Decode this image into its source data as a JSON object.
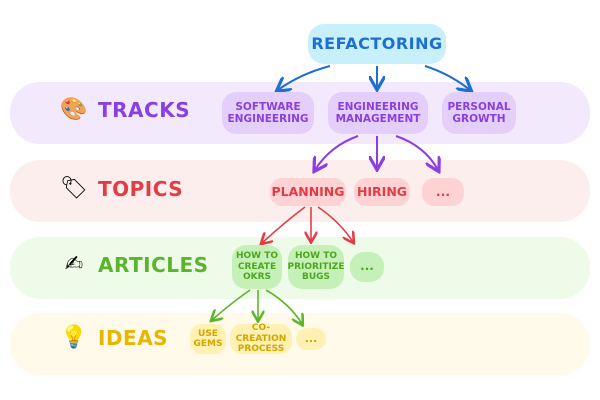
{
  "root": {
    "label": "REFACTORING"
  },
  "rows": {
    "tracks": {
      "label": "TRACKS",
      "icon": "🎨",
      "icon_name": "palette-icon"
    },
    "topics": {
      "label": "TOPICS",
      "icon": "🏷",
      "icon_name": "tag-icon"
    },
    "articles": {
      "label": "ARTICLES",
      "icon": "✍",
      "icon_name": "writing-hand-icon"
    },
    "ideas": {
      "label": "IDEAS",
      "icon": "💡",
      "icon_name": "light-bulb-icon"
    }
  },
  "tracks": [
    {
      "line1": "SOFTWARE",
      "line2": "ENGINEERING"
    },
    {
      "line1": "ENGINEERING",
      "line2": "MANAGEMENT"
    },
    {
      "line1": "PERSONAL",
      "line2": "GROWTH"
    }
  ],
  "topics": [
    "PLANNING",
    "HIRING",
    "..."
  ],
  "articles": [
    {
      "line1": "HOW TO",
      "line2": "CREATE",
      "line3": "OKRS"
    },
    {
      "line1": "HOW TO",
      "line2": "PRIORITIZE",
      "line3": "BUGS"
    },
    {
      "line1": "...",
      "line2": "",
      "line3": ""
    }
  ],
  "ideas": [
    {
      "line1": "USE",
      "line2": "GEMS"
    },
    {
      "line1": "CO-CREATION",
      "line2": "PROCESS"
    },
    {
      "line1": "...",
      "line2": ""
    }
  ],
  "colors": {
    "root": "#1f6fd0",
    "tracks": "#8a3fe0",
    "topics": "#e23c46",
    "articles": "#5bb52a",
    "ideas": "#e6b700"
  }
}
